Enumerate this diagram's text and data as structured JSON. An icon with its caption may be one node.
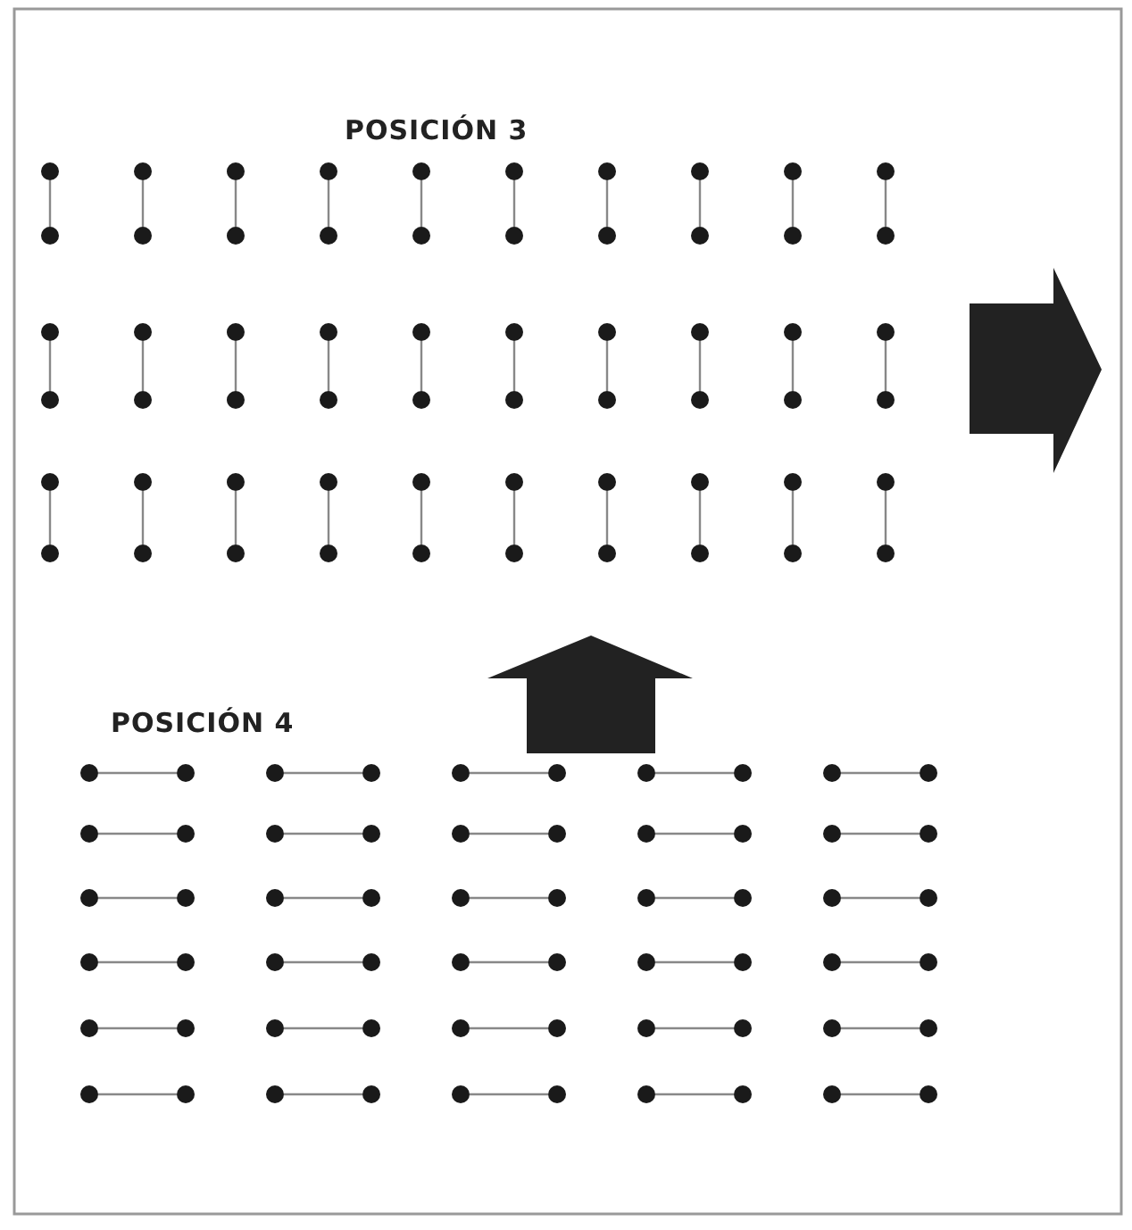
{
  "diagram": {
    "nodes": [
      {
        "text": [],
        "shape": "circle"
      },
      {
        "text": [],
        "shape": "circle"
      },
      {
        "text": [],
        "shape": "circle"
      },
      {
        "text": [],
        "shape": "circle"
      },
      {
        "text": [],
        "shape": "circle"
      },
      {
        "text": [],
        "shape": "circle"
      },
      {
        "text": [],
        "shape": "circle"
      },
      {
        "text": [],
        "shape": "circle"
      },
      {
        "text": [],
        "shape": "circle"
      },
      {
        "text": [],
        "shape": "circle"
      },
      {
        "text": [],
        "shape": "circle"
      },
      {
        "text": [],
        "shape": "circle"
      },
      {
        "text": [],
        "shape": "circle"
      },
      {
        "text": [],
        "shape": "circle"
      },
      {
        "text": [],
        "shape": "circle"
      },
      {
        "text": [],
        "shape": "circle"
      },
      {
        "text": [],
        "shape": "circle"
      },
      {
        "text": [],
        "shape": "circle"
      },
      {
        "text": [],
        "shape": "circle"
      },
      {
        "text": [],
        "shape": "circle"
      },
      {
        "text": [],
        "shape": "circle"
      },
      {
        "text": [],
        "shape": "circle"
      },
      {
        "text": [],
        "shape": "circle"
      },
      {
        "text": [],
        "shape": "circle"
      },
      {
        "text": [],
        "shape": "circle"
      },
      {
        "text": [],
        "shape": "circle"
      },
      {
        "text": [],
        "shape": "circle"
      },
      {
        "text": [],
        "shape": "circle"
      },
      {
        "text": [],
        "shape": "circle"
      },
      {
        "text": [],
        "shape": "circle"
      },
      {
        "text": [],
        "shape": "circle"
      },
      {
        "text": [],
        "shape": "circle"
      },
      {
        "text": [],
        "shape": "circle"
      },
      {
        "text": [],
        "shape": "circle"
      },
      {
        "text": [],
        "shape": "circle"
      },
      {
        "text": [],
        "shape": "circle"
      },
      {
        "text": [],
        "shape": "circle"
      },
      {
        "text": [],
        "shape": "circle"
      },
      {
        "text": [],
        "shape": "circle"
      },
      {
        "text": [],
        "shape": "circle"
      },
      {
        "text": [],
        "shape": "circle"
      },
      {
        "text": [],
        "shape": "circle"
      },
      {
        "text": [],
        "shape": "circle"
      },
      {
        "text": [],
        "shape": "circle"
      },
      {
        "text": [],
        "shape": "circle"
      },
      {
        "text": [],
        "shape": "circle"
      },
      {
        "text": [],
        "shape": "circle"
      },
      {
        "text": [],
        "shape": "circle"
      },
      {
        "text": [],
        "shape": "circle"
      },
      {
        "text": [],
        "shape": "circle"
      },
      {
        "text": [],
        "shape": "circle"
      },
      {
        "text": [],
        "shape": "circle"
      },
      {
        "text": [],
        "shape": "circle"
      },
      {
        "text": [],
        "shape": "circle"
      },
      {
        "text": [],
        "shape": "circle"
      },
      {
        "text": [],
        "shape": "circle"
      },
      {
        "text": [],
        "shape": "circle"
      },
      {
        "text": [],
        "shape": "circle"
      },
      {
        "text": [],
        "shape": "circle"
      },
      {
        "text": [],
        "shape": "circle"
      },
      {
        "text": [],
        "shape": "circle"
      },
      {
        "text": [],
        "shape": "circle"
      },
      {
        "text": [],
        "shape": "circle"
      },
      {
        "text": [],
        "shape": "circle"
      },
      {
        "text": [],
        "shape": "circle"
      },
      {
        "text": [],
        "shape": "circle"
      },
      {
        "text": [],
        "shape": "circle"
      },
      {
        "text": [],
        "shape": "circle"
      },
      {
        "text": [],
        "shape": "circle"
      },
      {
        "text": [],
        "shape": "circle"
      },
      {
        "text": [],
        "shape": "circle"
      },
      {
        "text": [],
        "shape": "circle"
      },
      {
        "text": [],
        "shape": "circle"
      },
      {
        "text": [],
        "shape": "circle"
      },
      {
        "text": [],
        "shape": "circle"
      },
      {
        "text": [],
        "shape": "circle"
      },
      {
        "text": [],
        "shape": "circle"
      },
      {
        "text": [],
        "shape": "circle"
      },
      {
        "text": [],
        "shape": "circle"
      },
      {
        "text": [],
        "shape": "circle"
      },
      {
        "text": [],
        "shape": "circle"
      },
      {
        "text": [],
        "shape": "circle"
      },
      {
        "text": [],
        "shape": "circle"
      },
      {
        "text": [],
        "shape": "circle"
      },
      {
        "text": [],
        "shape": "circle"
      },
      {
        "text": [],
        "shape": "circle"
      },
      {
        "text": [],
        "shape": "circle"
      },
      {
        "text": [],
        "shape": "circle"
      },
      {
        "text": [],
        "shape": "circle"
      },
      {
        "text": [],
        "shape": "circle"
      },
      {
        "text": [],
        "shape": "circle"
      },
      {
        "text": [],
        "shape": "circle"
      },
      {
        "text": [],
        "shape": "circle"
      },
      {
        "text": [],
        "shape": "circle"
      },
      {
        "text": [],
        "shape": "circle"
      },
      {
        "text": [],
        "shape": "circle"
      },
      {
        "text": [],
        "shape": "circle"
      },
      {
        "text": [],
        "shape": "circle"
      },
      {
        "text": [],
        "shape": "circle"
      },
      {
        "text": [],
        "shape": "circle"
      },
      {
        "text": [],
        "shape": "circle"
      },
      {
        "text": [],
        "shape": "circle"
      },
      {
        "text": [],
        "shape": "circle"
      },
      {
        "text": [],
        "shape": "circle"
      },
      {
        "text": [],
        "shape": "circle"
      },
      {
        "text": [],
        "shape": "circle"
      },
      {
        "text": [],
        "shape": "circle"
      },
      {
        "text": [],
        "shape": "circle"
      },
      {
        "text": [],
        "shape": "circle"
      },
      {
        "text": [],
        "shape": "circle"
      },
      {
        "text": [],
        "shape": "circle"
      },
      {
        "text": [],
        "shape": "circle"
      },
      {
        "text": [],
        "shape": "circle"
      },
      {
        "text": [],
        "shape": "circle"
      },
      {
        "text": [],
        "shape": "circle"
      },
      {
        "text": [],
        "shape": "circle"
      },
      {
        "text": [],
        "shape": "circle"
      },
      {
        "text": [],
        "shape": "circle"
      },
      {
        "text": [],
        "shape": "circle"
      },
      {
        "text": [],
        "shape": "circle"
      }
    ],
    "edges": [
      {
        "from": 0,
        "to": 1,
        "arrow": "none"
      },
      {
        "from": 2,
        "to": 3,
        "arrow": "none"
      },
      {
        "from": 4,
        "to": 5,
        "arrow": "none"
      },
      {
        "from": 6,
        "to": 7,
        "arrow": "none"
      },
      {
        "from": 8,
        "to": 9,
        "arrow": "none"
      },
      {
        "from": 10,
        "to": 11,
        "arrow": "none"
      },
      {
        "from": 12,
        "to": 13,
        "arrow": "none"
      },
      {
        "from": 14,
        "to": 15,
        "arrow": "none"
      },
      {
        "from": 16,
        "to": 17,
        "arrow": "none"
      },
      {
        "from": 18,
        "to": 19,
        "arrow": "none"
      },
      {
        "from": 20,
        "to": 21,
        "arrow": "none"
      },
      {
        "from": 22,
        "to": 23,
        "arrow": "none"
      },
      {
        "from": 24,
        "to": 25,
        "arrow": "none"
      },
      {
        "from": 26,
        "to": 27,
        "arrow": "none"
      },
      {
        "from": 28,
        "to": 29,
        "arrow": "none"
      },
      {
        "from": 30,
        "to": 31,
        "arrow": "none"
      },
      {
        "from": 32,
        "to": 33,
        "arrow": "none"
      },
      {
        "from": 34,
        "to": 35,
        "arrow": "none"
      },
      {
        "from": 36,
        "to": 37,
        "arrow": "none"
      },
      {
        "from": 38,
        "to": 39,
        "arrow": "none"
      },
      {
        "from": 40,
        "to": 41,
        "arrow": "none"
      },
      {
        "from": 42,
        "to": 43,
        "arrow": "none"
      },
      {
        "from": 44,
        "to": 45,
        "arrow": "none"
      },
      {
        "from": 46,
        "to": 47,
        "arrow": "none"
      },
      {
        "from": 48,
        "to": 49,
        "arrow": "none"
      },
      {
        "from": 50,
        "to": 51,
        "arrow": "none"
      },
      {
        "from": 52,
        "to": 53,
        "arrow": "none"
      },
      {
        "from": 54,
        "to": 55,
        "arrow": "none"
      },
      {
        "from": 56,
        "to": 57,
        "arrow": "none"
      },
      {
        "from": 58,
        "to": 59,
        "arrow": "none"
      },
      {
        "from": 60,
        "to": 61,
        "arrow": "none"
      },
      {
        "from": 62,
        "to": 63,
        "arrow": "none"
      },
      {
        "from": 64,
        "to": 65,
        "arrow": "none"
      },
      {
        "from": 66,
        "to": 67,
        "arrow": "none"
      },
      {
        "from": 68,
        "to": 69,
        "arrow": "none"
      },
      {
        "from": 70,
        "to": 71,
        "arrow": "none"
      },
      {
        "from": 72,
        "to": 73,
        "arrow": "none"
      },
      {
        "from": 74,
        "to": 75,
        "arrow": "none"
      },
      {
        "from": 76,
        "to": 77,
        "arrow": "none"
      },
      {
        "from": 78,
        "to": 79,
        "arrow": "none"
      },
      {
        "from": 80,
        "to": 81,
        "arrow": "none"
      },
      {
        "from": 82,
        "to": 83,
        "arrow": "none"
      },
      {
        "from": 84,
        "to": 85,
        "arrow": "none"
      },
      {
        "from": 86,
        "to": 87,
        "arrow": "none"
      },
      {
        "from": 88,
        "to": 89,
        "arrow": "none"
      },
      {
        "from": 90,
        "to": 91,
        "arrow": "none"
      },
      {
        "from": 92,
        "to": 93,
        "arrow": "none"
      },
      {
        "from": 94,
        "to": 95,
        "arrow": "none"
      },
      {
        "from": 96,
        "to": 97,
        "arrow": "none"
      },
      {
        "from": 98,
        "to": 99,
        "arrow": "none"
      },
      {
        "from": 100,
        "to": 101,
        "arrow": "none"
      },
      {
        "from": 102,
        "to": 103,
        "arrow": "none"
      },
      {
        "from": 104,
        "to": 105,
        "arrow": "none"
      },
      {
        "from": 106,
        "to": 107,
        "arrow": "none"
      },
      {
        "from": 108,
        "to": 109,
        "arrow": "none"
      },
      {
        "from": 110,
        "to": 111,
        "arrow": "none"
      },
      {
        "from": 112,
        "to": 113,
        "arrow": "none"
      },
      {
        "from": 114,
        "to": 115,
        "arrow": "none"
      },
      {
        "from": 116,
        "to": 117,
        "arrow": "none"
      },
      {
        "from": 118,
        "to": 119,
        "arrow": "none"
      }
    ],
    "labels": [
      "POSICIÓN 3",
      "POSICIÓN 4"
    ]
  }
}
